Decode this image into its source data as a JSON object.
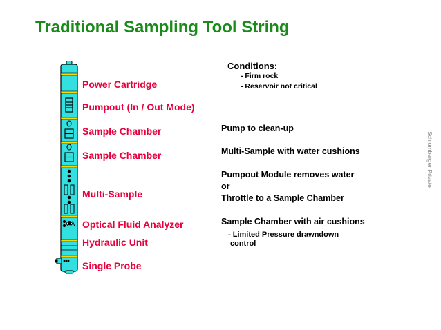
{
  "title": "Traditional Sampling Tool String",
  "tool_labels": {
    "power_cartridge": "Power Cartridge",
    "pumpout": "Pumpout (In / Out Mode)",
    "sample_chamber_1": "Sample Chamber",
    "sample_chamber_2": "Sample Chamber",
    "multi_sample": "Multi-Sample",
    "optical_fluid_analyzer": "Optical Fluid Analyzer",
    "hydraulic_unit": "Hydraulic Unit",
    "single_probe": "Single Probe"
  },
  "conditions": {
    "title": "Conditions:",
    "items": [
      "- Firm rock",
      "- Reservoir not critical"
    ]
  },
  "notes": {
    "pump_cleanup": "Pump to clean-up",
    "multi_sample_water": "Multi-Sample with water cushions",
    "pumpout_removes": "Pumpout Module removes water",
    "or": "or",
    "throttle": "Throttle to a Sample Chamber",
    "air_cushions": "Sample Chamber with air cushions",
    "limited_1": "- Limited Pressure drawndown",
    "limited_2": "control"
  },
  "watermark": "Schlumberger Private",
  "colors": {
    "title": "#1a8a1a",
    "label": "#e8003c",
    "tool_body": "#33e0e0",
    "tool_band": "#ffd700"
  }
}
